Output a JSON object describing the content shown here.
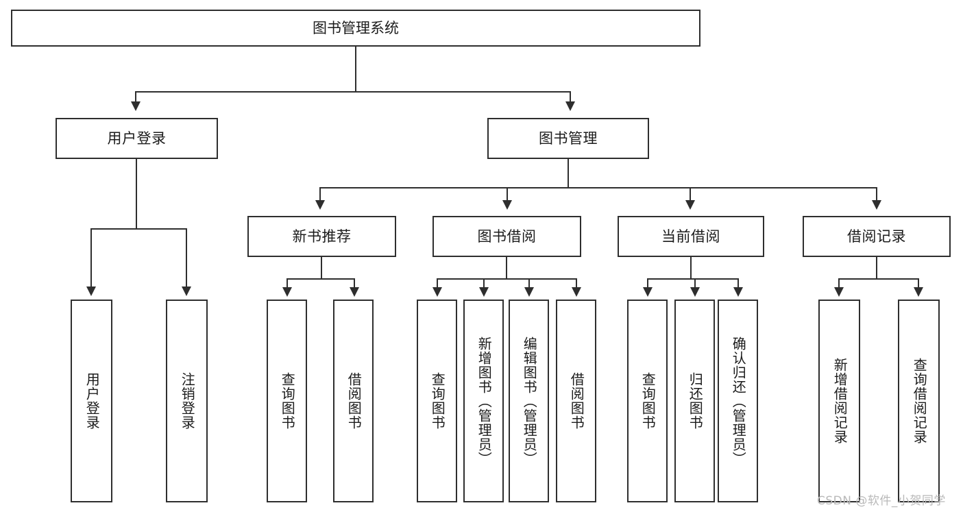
{
  "diagram": {
    "title": "图书管理系统",
    "type": "hierarchy-tree",
    "root": {
      "label": "图书管理系统"
    },
    "level2": [
      {
        "label": "用户登录"
      },
      {
        "label": "图书管理"
      }
    ],
    "level3": [
      {
        "label": "新书推荐"
      },
      {
        "label": "图书借阅"
      },
      {
        "label": "当前借阅"
      },
      {
        "label": "借阅记录"
      }
    ],
    "leaves": {
      "user_login": [
        {
          "label": "用户登录"
        },
        {
          "label": "注销登录"
        }
      ],
      "new_book_recommend": [
        {
          "label": "查询图书"
        },
        {
          "label": "借阅图书"
        }
      ],
      "book_borrow": [
        {
          "label": "查询图书"
        },
        {
          "label": "新增图书（管理员）"
        },
        {
          "label": "编辑图书（管理员）"
        },
        {
          "label": "借阅图书"
        }
      ],
      "current_borrow": [
        {
          "label": "查询图书"
        },
        {
          "label": "归还图书"
        },
        {
          "label": "确认归还（管理员）"
        }
      ],
      "borrow_record": [
        {
          "label": "新增借阅记录"
        },
        {
          "label": "查询借阅记录"
        }
      ]
    }
  },
  "watermark": {
    "text": "CSDN @软件_小贺同学"
  },
  "colors": {
    "stroke": "#2e2e2e",
    "background": "#ffffff",
    "text": "#1b1b1b",
    "watermark": "#b9b9b9"
  }
}
